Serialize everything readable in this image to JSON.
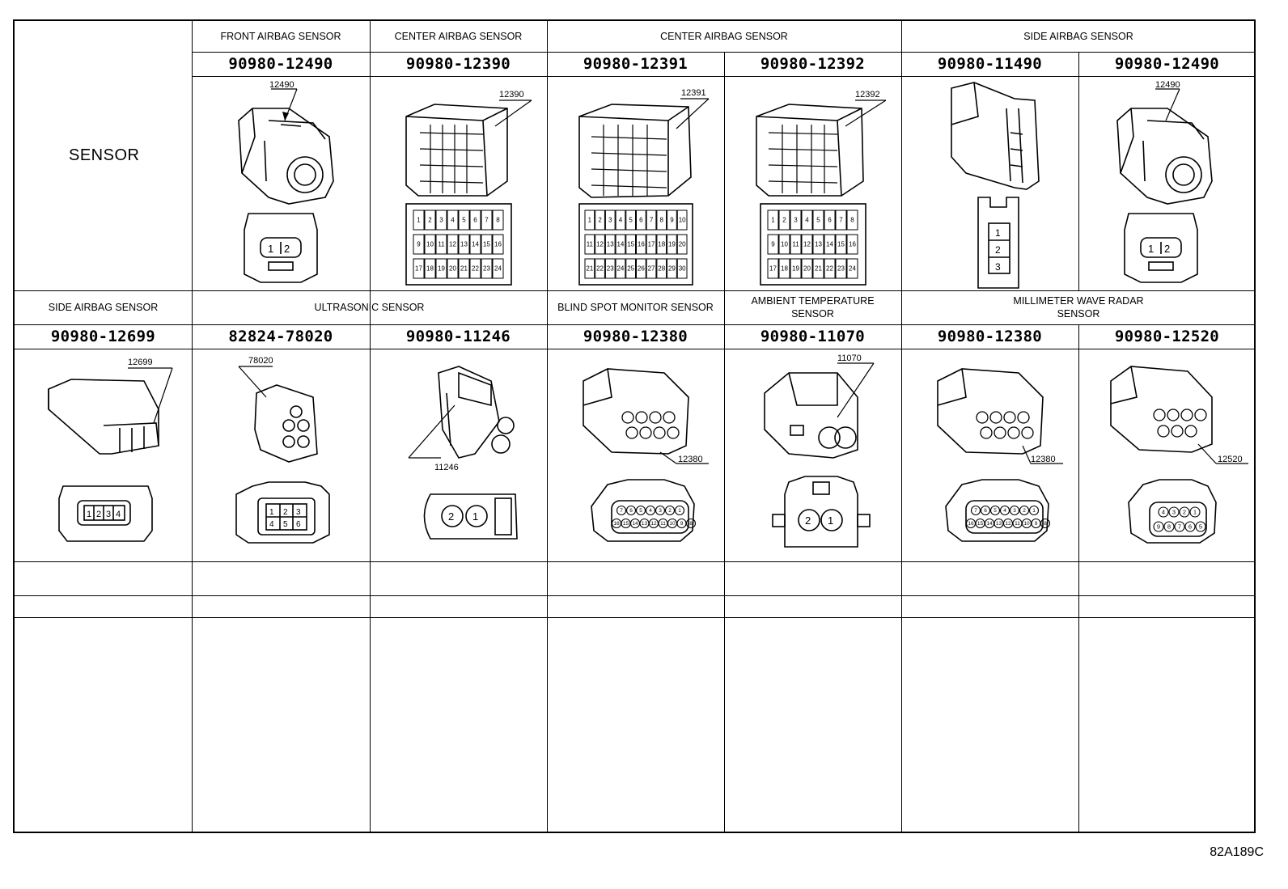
{
  "row_label": "SENSOR",
  "row1": {
    "groups": [
      {
        "label": "FRONT AIRBAG SENSOR"
      },
      {
        "label": "CENTER AIRBAG SENSOR"
      },
      {
        "label": "CENTER AIRBAG SENSOR"
      },
      {
        "label": "SIDE AIRBAG SENSOR"
      }
    ],
    "parts": [
      {
        "pn": "90980-12490",
        "callout": "12490",
        "pins": [
          "1",
          "2"
        ]
      },
      {
        "pn": "90980-12390",
        "callout": "12390",
        "pins": [
          "1",
          "2",
          "3",
          "4",
          "5",
          "6",
          "7",
          "8",
          "9",
          "10",
          "11",
          "12",
          "13",
          "14",
          "15",
          "16",
          "17",
          "18",
          "19",
          "20",
          "21",
          "22",
          "23",
          "24"
        ]
      },
      {
        "pn": "90980-12391",
        "callout": "12391",
        "pins": [
          "1",
          "2",
          "3",
          "4",
          "5",
          "6",
          "7",
          "8",
          "9",
          "10",
          "11",
          "12",
          "13",
          "14",
          "15",
          "16",
          "17",
          "18",
          "19",
          "20",
          "21",
          "22",
          "23",
          "24",
          "25",
          "26",
          "27",
          "28",
          "29",
          "30"
        ]
      },
      {
        "pn": "90980-12392",
        "callout": "12392",
        "pins": [
          "1",
          "2",
          "3",
          "4",
          "5",
          "6",
          "7",
          "8",
          "9",
          "10",
          "11",
          "12",
          "13",
          "14",
          "15",
          "16",
          "17",
          "18",
          "19",
          "20",
          "21",
          "22",
          "23",
          "24"
        ]
      },
      {
        "pn": "90980-11490",
        "callout": "",
        "pins": [
          "1",
          "2",
          "3"
        ]
      },
      {
        "pn": "90980-12490",
        "callout": "12490",
        "pins": [
          "1",
          "2"
        ]
      }
    ]
  },
  "row2": {
    "groups": [
      {
        "label": "SIDE AIRBAG SENSOR"
      },
      {
        "label": "ULTRASONIC SENSOR"
      },
      {
        "label": "BLIND SPOT MONITOR SENSOR"
      },
      {
        "label": "AMBIENT TEMPERATURE SENSOR"
      },
      {
        "label": "MILLIMETER WAVE RADAR SENSOR"
      }
    ],
    "parts": [
      {
        "pn": "90980-12699",
        "callout": "12699",
        "pins": [
          "1",
          "2",
          "3",
          "4"
        ]
      },
      {
        "pn": "82824-78020",
        "callout": "78020",
        "pins": [
          "1",
          "2",
          "3",
          "4",
          "5",
          "6"
        ]
      },
      {
        "pn": "90980-11246",
        "callout": "11246",
        "pins": [
          "2",
          "1"
        ]
      },
      {
        "pn": "90980-12380",
        "callout": "12380",
        "pins": [
          "7",
          "6",
          "5",
          "4",
          "3",
          "2",
          "1",
          "16",
          "15",
          "14",
          "13",
          "12",
          "11",
          "10",
          "9",
          "8"
        ]
      },
      {
        "pn": "90980-11070",
        "callout": "11070",
        "pins": [
          "2",
          "1"
        ]
      },
      {
        "pn": "90980-12380",
        "callout": "12380",
        "pins": [
          "7",
          "6",
          "5",
          "4",
          "3",
          "2",
          "1",
          "16",
          "15",
          "14",
          "13",
          "12",
          "11",
          "10",
          "9",
          "8"
        ]
      },
      {
        "pn": "90980-12520",
        "callout": "12520",
        "pins": [
          "4",
          "3",
          "2",
          "1",
          "9",
          "8",
          "7",
          "6",
          "5"
        ]
      }
    ]
  },
  "figure_code": "82A189C",
  "colors": {
    "line": "#000000",
    "background": "#ffffff"
  }
}
